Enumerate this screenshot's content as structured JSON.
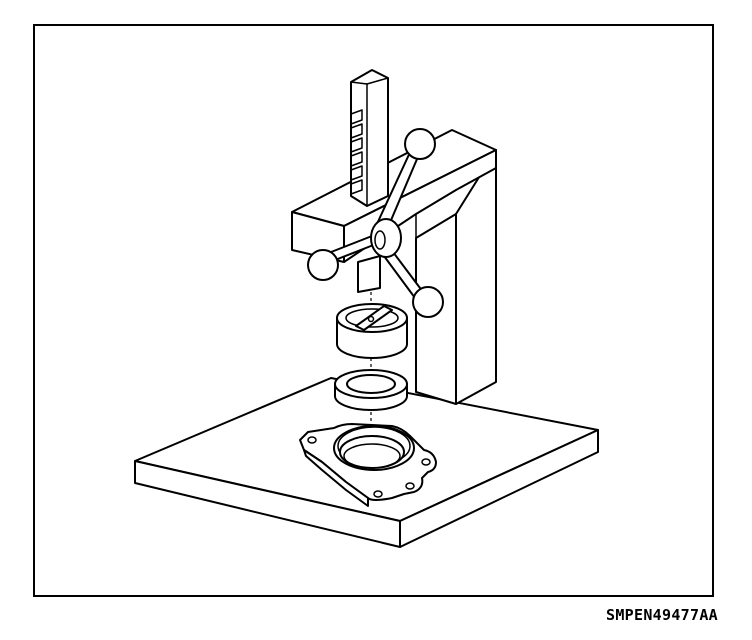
{
  "figure": {
    "code": "SMPEN49477AA"
  },
  "parts": {
    "base_plate": "base-plate",
    "column": "press-column",
    "rack": "press-rack",
    "handles": "press-handles",
    "installer": "bearing-installer",
    "bearing": "bearing-ring",
    "housing": "bearing-housing"
  }
}
